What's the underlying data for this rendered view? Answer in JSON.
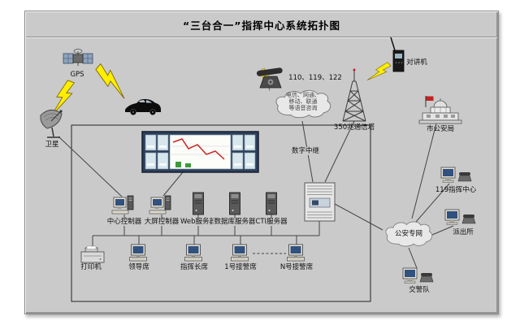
{
  "title": "“三台合一”指挥中心系统拓扑图",
  "labels": {
    "gps": "GPS",
    "satellite": "卫星",
    "hotlines": "110、119、122",
    "voice_cloud_line1": "电信、网通、",
    "voice_cloud_line2": "移动、联通",
    "voice_cloud_line3": "等语音咨询",
    "digital_trunk": "数字中继",
    "comm_tower": "350兆通信塔",
    "walkie_talkie": "对讲机",
    "city_bureau": "市公安局",
    "center_119": "119指挥中心",
    "security_network": "公安专网",
    "police_station": "派出所",
    "traffic_team": "交警队",
    "center_controller": "中心控制器",
    "screen_controller": "大屏控制器",
    "web_server": "Web服务器",
    "database_server": "数据库服务器",
    "cti_server": "CTI服务器",
    "printer": "打印机",
    "leader_seat": "领导席",
    "commander_seat": "指挥长席",
    "seat_1": "1号接警席",
    "seat_n": "N号接警席"
  },
  "colors": {
    "panel": "#cacaca",
    "lightning": "#ffee00",
    "wall_chart_line": "#cc2222",
    "screen_blue": "#31517f"
  }
}
